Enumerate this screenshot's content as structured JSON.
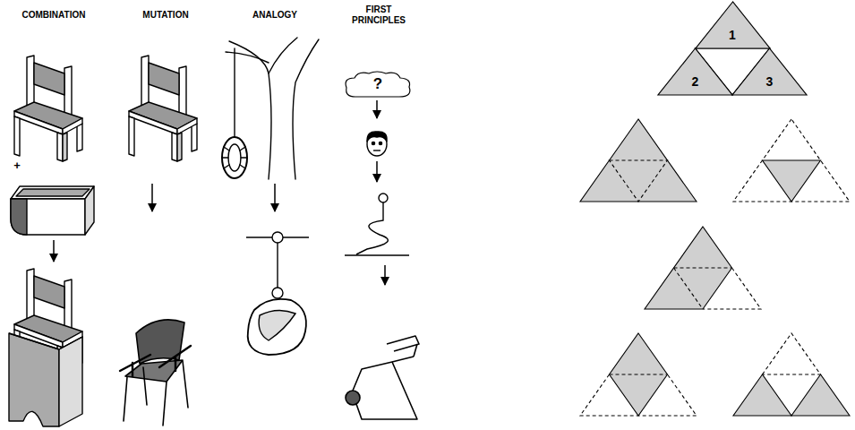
{
  "diagram": {
    "nodes": [
      {
        "text": [
          "?"
        ]
      },
      {
        "text": [
          "1"
        ]
      },
      {
        "text": [
          "2"
        ]
      },
      {
        "text": [
          "3"
        ]
      }
    ],
    "labels": [
      "COMBINATION",
      "MUTATION",
      "ANALOGY",
      "FIRST PRINCIPLES",
      "+"
    ]
  }
}
